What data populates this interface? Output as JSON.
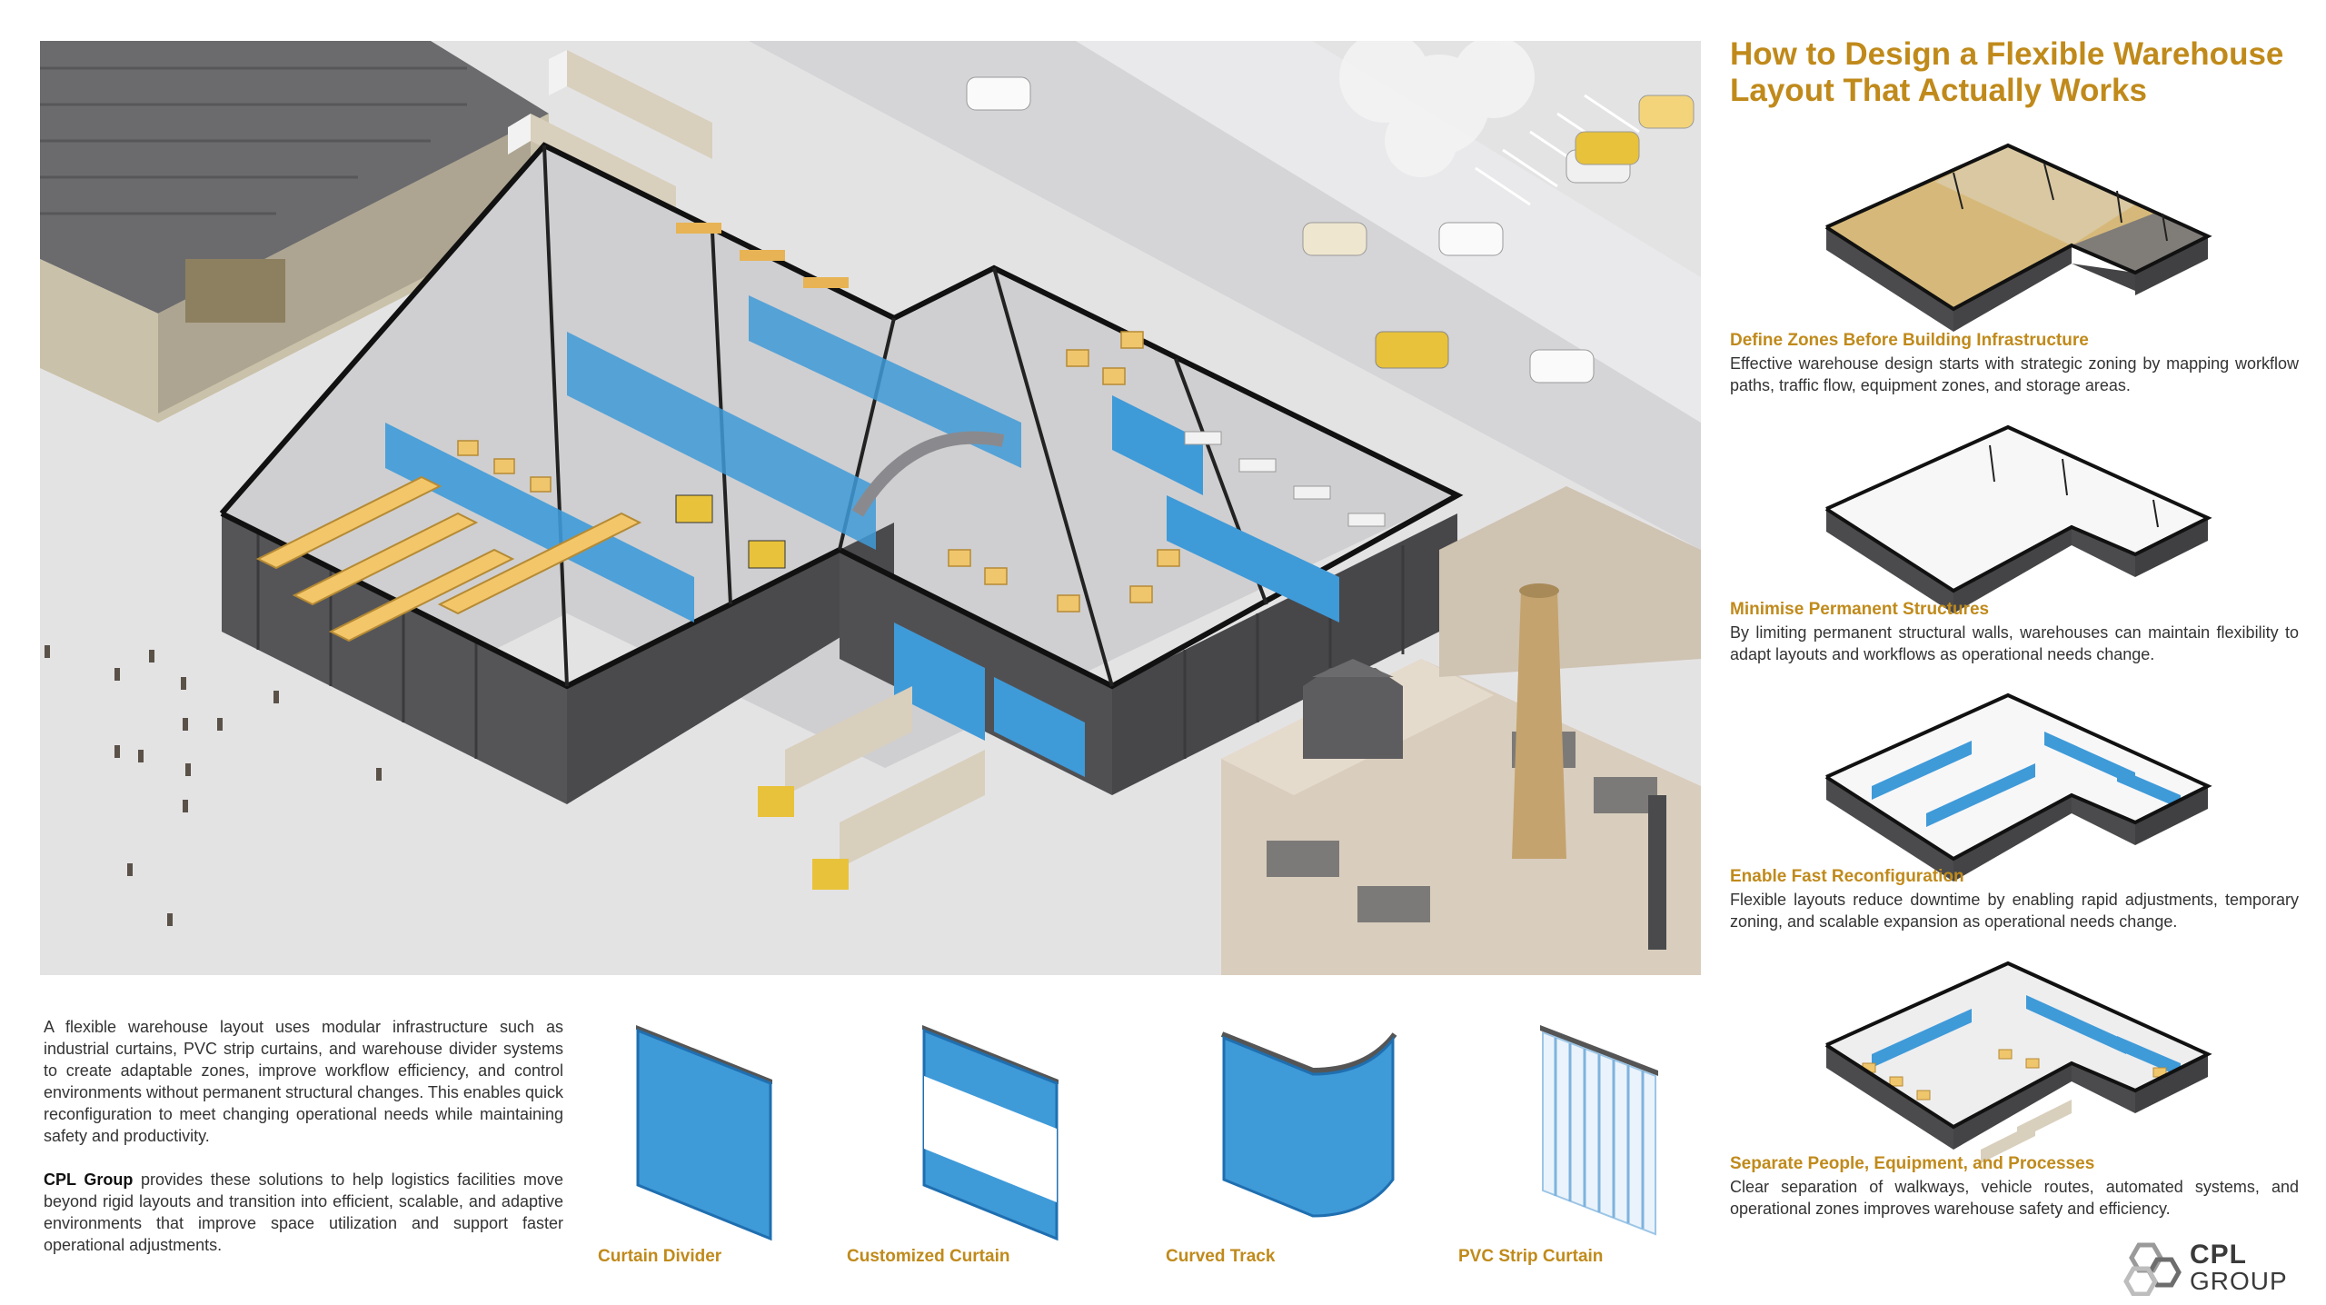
{
  "header": {
    "title": "How to Design a Flexible Warehouse Layout That Actually Works"
  },
  "features": [
    {
      "title": "Define Zones Before Building Infrastructure",
      "description": "Effective warehouse design starts with strategic zoning by mapping workflow paths, traffic flow, equipment zones, and storage areas."
    },
    {
      "title": "Minimise Permanent Structures",
      "description": "By limiting permanent structural walls, warehouses can maintain flexibility to adapt layouts and workflows as operational needs change."
    },
    {
      "title": "Enable Fast Reconfiguration",
      "description": "Flexible layouts reduce downtime by enabling rapid adjustments, temporary zoning, and scalable expansion as operational needs change."
    },
    {
      "title": "Separate People, Equipment, and Processes",
      "description": "Clear separation of walkways, vehicle routes, automated systems, and operational zones improves warehouse safety and efficiency."
    }
  ],
  "intro": {
    "paragraph1": "A flexible warehouse layout uses modular infrastructure such as industrial curtains, PVC strip curtains, and warehouse divider systems to create adaptable zones, improve workflow efficiency, and control environments without permanent structural changes. This enables quick reconfiguration to meet changing operational needs while maintaining safety and productivity.",
    "company": "CPL Group",
    "paragraph2_rest": " provides these solutions to help logistics facilities move beyond rigid layouts and transition into efficient, scalable, and adaptive environments that improve space utilization and support faster operational adjustments."
  },
  "products": [
    {
      "label": "Curtain Divider",
      "icon": "curtain-divider-icon"
    },
    {
      "label": "Customized Curtain",
      "icon": "customized-curtain-icon"
    },
    {
      "label": "Curved Track",
      "icon": "curved-track-icon"
    },
    {
      "label": "PVC Strip Curtain",
      "icon": "pvc-strip-curtain-icon"
    }
  ],
  "logo": {
    "line1": "CPL",
    "line2": "GROUP"
  },
  "colors": {
    "accent": "#c08a1b",
    "curtain_blue": "#3f9ad8",
    "wall_dark": "#444446",
    "ground": "#e4e3e4",
    "body_text": "#333333"
  }
}
